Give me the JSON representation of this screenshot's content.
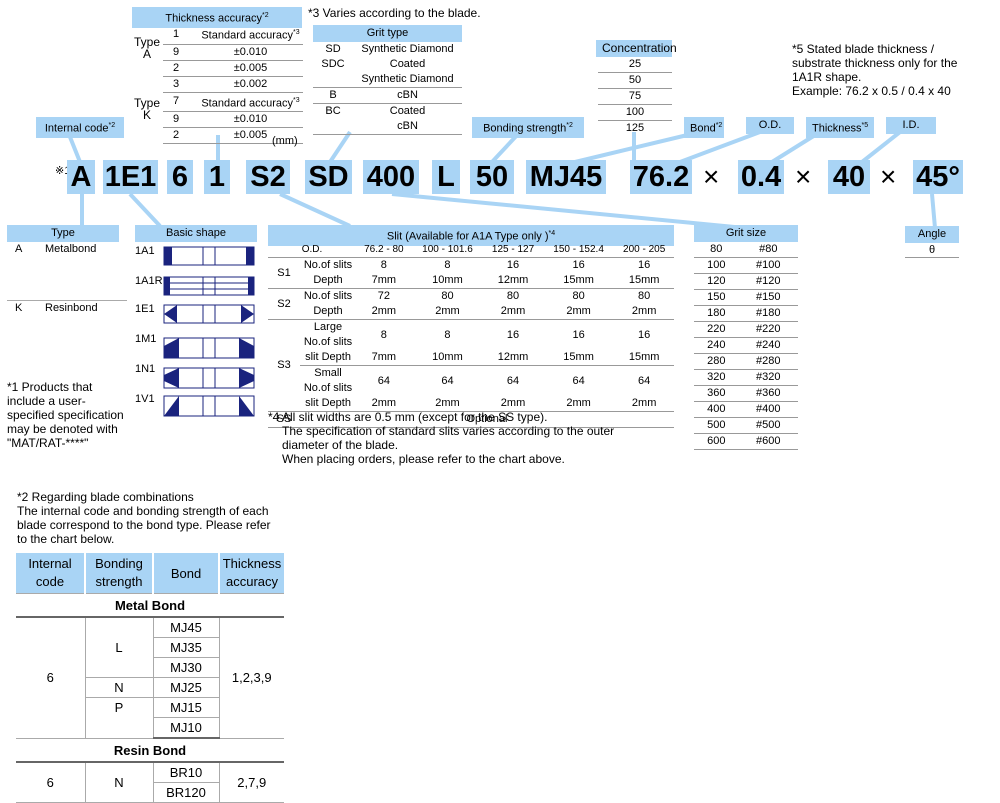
{
  "thickness_accuracy": {
    "header": "Thickness accuracy",
    "header_sup": "*2",
    "type_a_label": [
      "Type",
      "A"
    ],
    "type_k_label": [
      "Type",
      "K"
    ],
    "rows_a": [
      [
        "1",
        "Standard accuracy",
        "*3"
      ],
      [
        "9",
        "±0.010",
        ""
      ],
      [
        "2",
        "±0.005",
        ""
      ],
      [
        "3",
        "±0.002",
        ""
      ]
    ],
    "rows_k": [
      [
        "7",
        "Standard accuracy",
        "*3"
      ],
      [
        "9",
        "±0.010",
        ""
      ],
      [
        "2",
        "±0.005",
        ""
      ]
    ],
    "unit": "(mm)"
  },
  "note3": "*3 Varies according to the blade.",
  "grit_type": {
    "header": "Grit type",
    "rows": [
      [
        "SD",
        "Synthetic Diamond"
      ],
      [
        "SDC",
        "Coated"
      ],
      [
        "",
        "Synthetic Diamond"
      ],
      [
        "B",
        "cBN"
      ],
      [
        "BC",
        "Coated"
      ],
      [
        "",
        "cBN"
      ]
    ]
  },
  "concentration": {
    "header": "Concentration",
    "values": [
      "25",
      "50",
      "75",
      "100",
      "125"
    ]
  },
  "note5": [
    "*5 Stated blade thickness /",
    "substrate thickness only for the",
    "1A1R shape.",
    "Example: 76.2 x 0.5 / 0.4 x 40"
  ],
  "labels": {
    "internal_code": "Internal code",
    "internal_code_sup": "*2",
    "bonding_strength": "Bonding strength",
    "bonding_strength_sup": "*2",
    "bond": "Bond",
    "bond_sup": "*2",
    "od": "O.D.",
    "thickness": "Thickness",
    "thickness_sup": "*5",
    "id": "I.D."
  },
  "code_prefix": "※1",
  "code": [
    "A",
    "1E1",
    "6",
    "1",
    "S2",
    "SD",
    "400",
    "L",
    "50",
    "MJ45",
    "76.2",
    "0.4",
    "40",
    "45°"
  ],
  "times": "×",
  "type_table": {
    "header": "Type",
    "rows": [
      [
        "A",
        "Metalbond"
      ],
      [
        "K",
        "Resinbond"
      ]
    ]
  },
  "basic_shape": {
    "header": "Basic shape",
    "items": [
      "1A1",
      "1A1R",
      "1E1",
      "1M1",
      "1N1",
      "1V1"
    ]
  },
  "note1": [
    "*1 Products that",
    "include a user-",
    "specified specification",
    "may be denoted with",
    "\"MAT/RAT-****\""
  ],
  "slit": {
    "header": "Slit (Available for A1A Type only )",
    "header_sup": "*4",
    "od_label": "O.D.",
    "od_cols": [
      "76.2 - 80",
      "100 - 101.6",
      "125 - 127",
      "150 - 152.4",
      "200 - 205"
    ],
    "s1": "S1",
    "s2": "S2",
    "s3": "S3",
    "ss": "SS",
    "no_of_slits": "No.of slits",
    "depth": "Depth",
    "large": "Large",
    "small": "Small",
    "slit_word": "slit",
    "s1_no": [
      "8",
      "8",
      "16",
      "16",
      "16"
    ],
    "s1_depth": [
      "7mm",
      "10mm",
      "12mm",
      "15mm",
      "15mm"
    ],
    "s2_no": [
      "72",
      "80",
      "80",
      "80",
      "80"
    ],
    "s2_depth": [
      "2mm",
      "2mm",
      "2mm",
      "2mm",
      "2mm"
    ],
    "s3l_no": [
      "8",
      "8",
      "16",
      "16",
      "16"
    ],
    "s3l_depth": [
      "7mm",
      "10mm",
      "12mm",
      "15mm",
      "15mm"
    ],
    "s3s_no": [
      "64",
      "64",
      "64",
      "64",
      "64"
    ],
    "s3s_depth": [
      "2mm",
      "2mm",
      "2mm",
      "2mm",
      "2mm"
    ],
    "optional": "Optional"
  },
  "note4": [
    "*4 All slit widths are 0.5 mm (except for the SS type).",
    "The specification of standard slits varies according to the outer",
    "diameter of the blade.",
    "When placing orders, please refer to the chart above."
  ],
  "grit_size": {
    "header": "Grit size",
    "rows": [
      [
        "80",
        "#80"
      ],
      [
        "100",
        "#100"
      ],
      [
        "120",
        "#120"
      ],
      [
        "150",
        "#150"
      ],
      [
        "180",
        "#180"
      ],
      [
        "220",
        "#220"
      ],
      [
        "240",
        "#240"
      ],
      [
        "280",
        "#280"
      ],
      [
        "320",
        "#320"
      ],
      [
        "360",
        "#360"
      ],
      [
        "400",
        "#400"
      ],
      [
        "500",
        "#500"
      ],
      [
        "600",
        "#600"
      ]
    ]
  },
  "angle": {
    "header": "Angle",
    "value": "θ"
  },
  "note2": [
    "*2 Regarding blade combinations",
    "The internal code and bonding strength of each",
    "blade correspond to the bond type. Please refer",
    "to the chart below."
  ],
  "combo": {
    "headers": [
      [
        "Internal",
        "code"
      ],
      [
        "Bonding",
        "strength"
      ],
      [
        "Bond"
      ],
      [
        "Thickness",
        "accuracy"
      ]
    ],
    "metal_title": "Metal Bond",
    "metal_code": "6",
    "metal_acc": "1,2,3,9",
    "metal_L": "L",
    "metal_N": "N",
    "metal_P": "P",
    "metal_bonds": [
      "MJ45",
      "MJ35",
      "MJ30",
      "MJ25",
      "MJ15",
      "MJ10"
    ],
    "resin_title": "Resin Bond",
    "resin_code": "6",
    "resin_strength": "N",
    "resin_bonds": [
      "BR10",
      "BR120"
    ],
    "resin_acc": "2,7,9"
  },
  "colors": {
    "header_bg": "#a9d4f5",
    "shape_fill": "#1a237e",
    "connector": "#a9d4f5"
  }
}
